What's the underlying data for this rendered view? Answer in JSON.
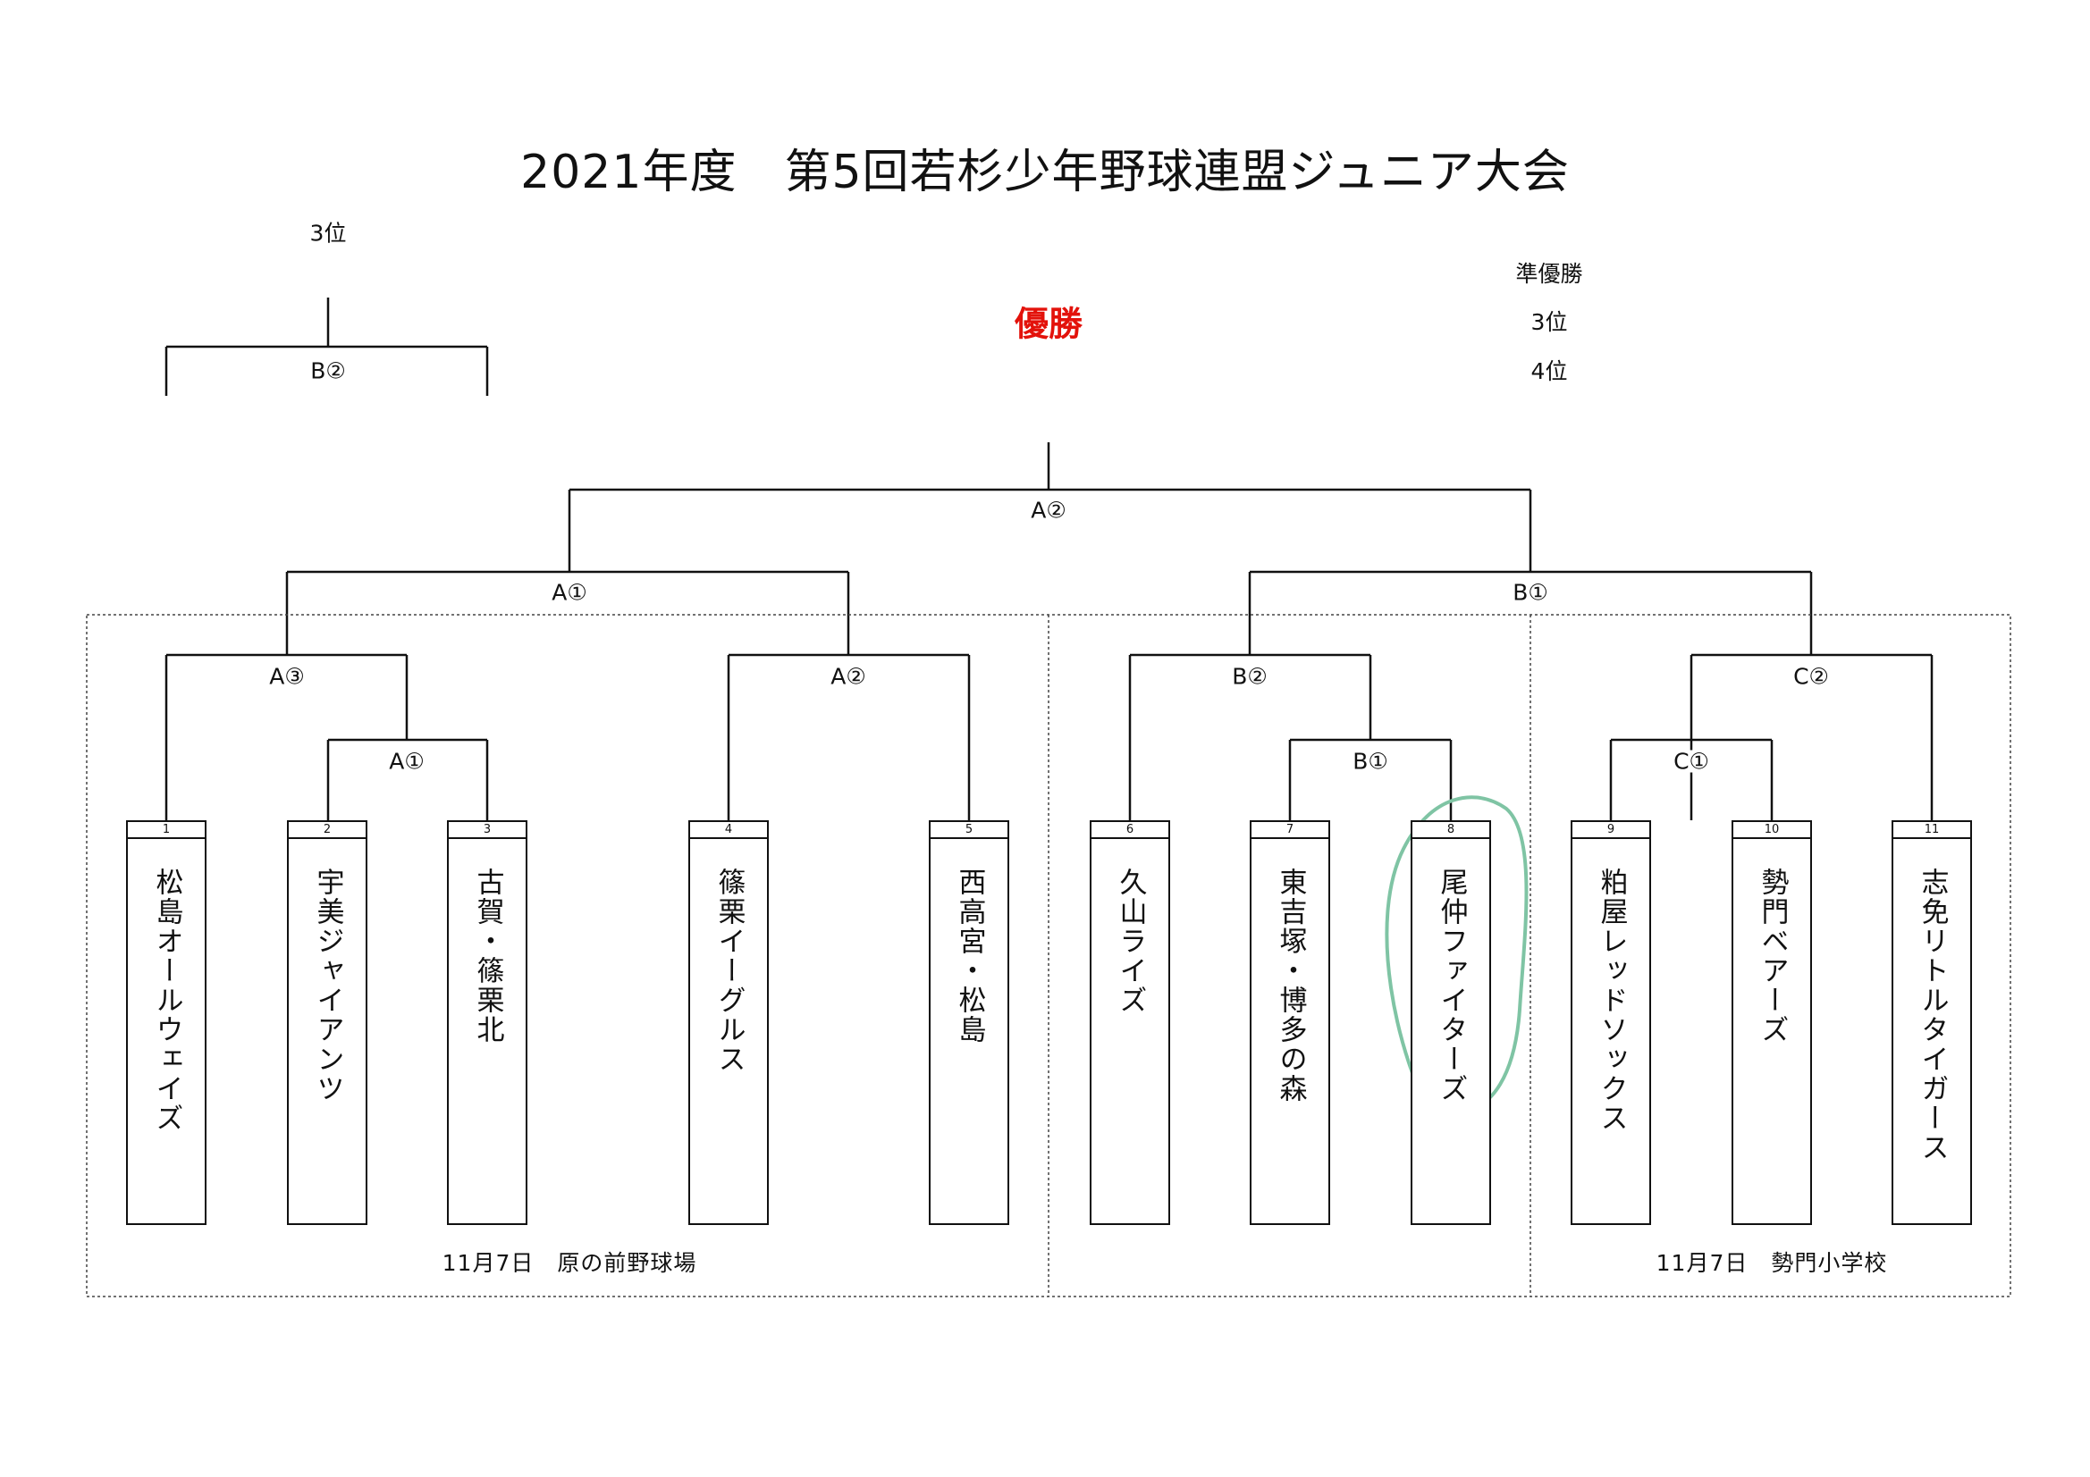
{
  "title": "2021年度　第5回若杉少年野球連盟ジュニア大会",
  "third_place_label": "3位",
  "champion_label": "優勝",
  "results": [
    "準優勝",
    "3位",
    "4位"
  ],
  "matches": {
    "third_place": "B②",
    "final": "A②",
    "semi_left": "A①",
    "semi_right": "B①",
    "q1": "A③",
    "q1_sub": "A①",
    "q2": "A②",
    "q3": "B②",
    "q3_sub": "B①",
    "q4": "C②",
    "q4_sub": "C①"
  },
  "teams": [
    {
      "num": "1",
      "name": "松島オールウェイズ"
    },
    {
      "num": "2",
      "name": "宇美ジャイアンツ"
    },
    {
      "num": "3",
      "name": "古賀・篠栗北"
    },
    {
      "num": "4",
      "name": "篠栗イーグルス"
    },
    {
      "num": "5",
      "name": "西高宮・松島"
    },
    {
      "num": "6",
      "name": "久山ライズ"
    },
    {
      "num": "7",
      "name": "東吉塚・博多の森"
    },
    {
      "num": "8",
      "name": "尾仲ファイターズ"
    },
    {
      "num": "9",
      "name": "粕屋レッドソックス"
    },
    {
      "num": "10",
      "name": "勢門ベアーズ"
    },
    {
      "num": "11",
      "name": "志免リトルタイガース"
    }
  ],
  "venues": {
    "left": "11月7日　原の前野球場",
    "right": "11月7日　勢門小学校"
  },
  "colors": {
    "champion": "#e3120b",
    "highlight": "#7fc4a4",
    "line": "#111111"
  }
}
